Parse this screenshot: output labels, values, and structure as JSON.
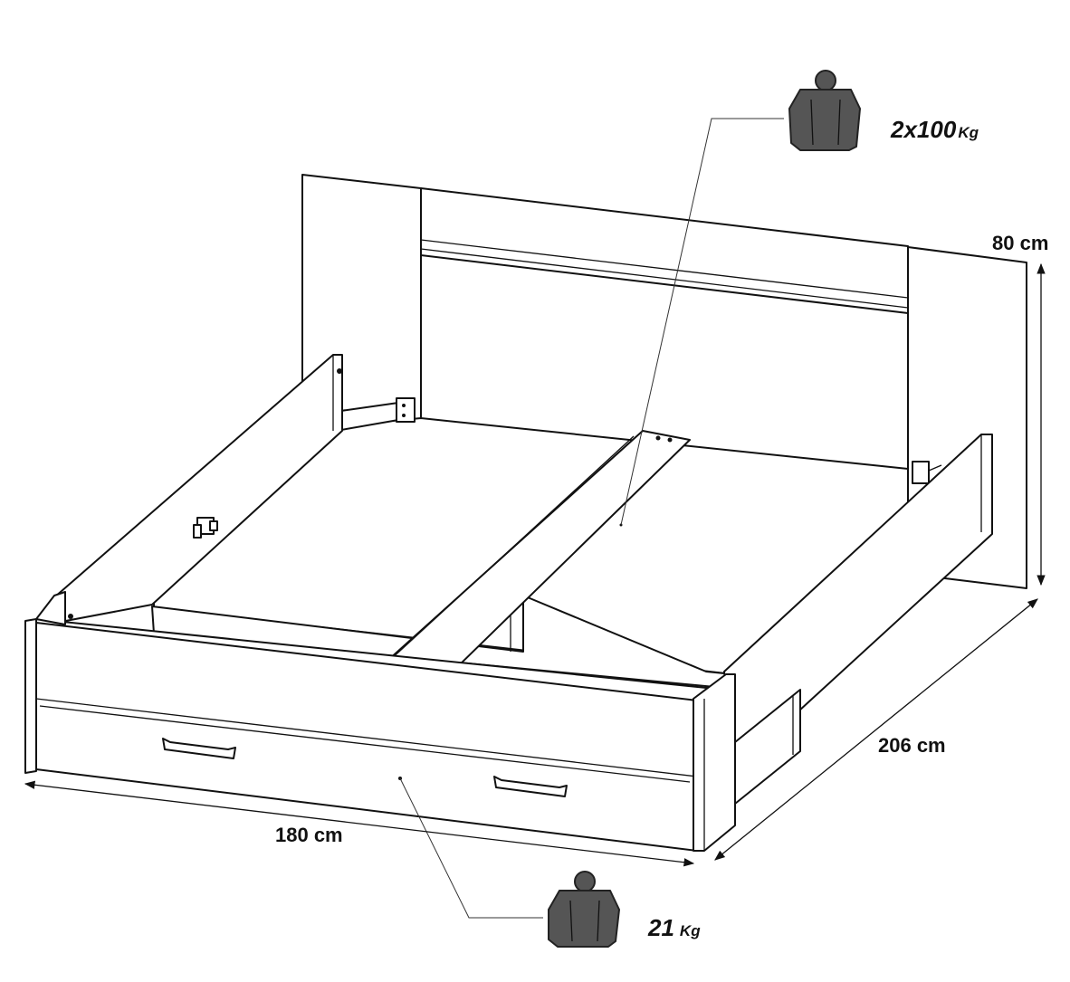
{
  "dimensions": {
    "height": "80 cm",
    "length": "206 cm",
    "width": "180 cm"
  },
  "load_ratings": {
    "bed_frame": {
      "value": "2x100",
      "unit": "Kg"
    },
    "drawer": {
      "value": "21",
      "unit": "Kg"
    }
  },
  "icons": {
    "weight": "weight-icon",
    "arrow": "double-arrow-icon"
  },
  "colors": {
    "line": "#111111",
    "weight_fill": "#555555",
    "background": "#ffffff"
  }
}
